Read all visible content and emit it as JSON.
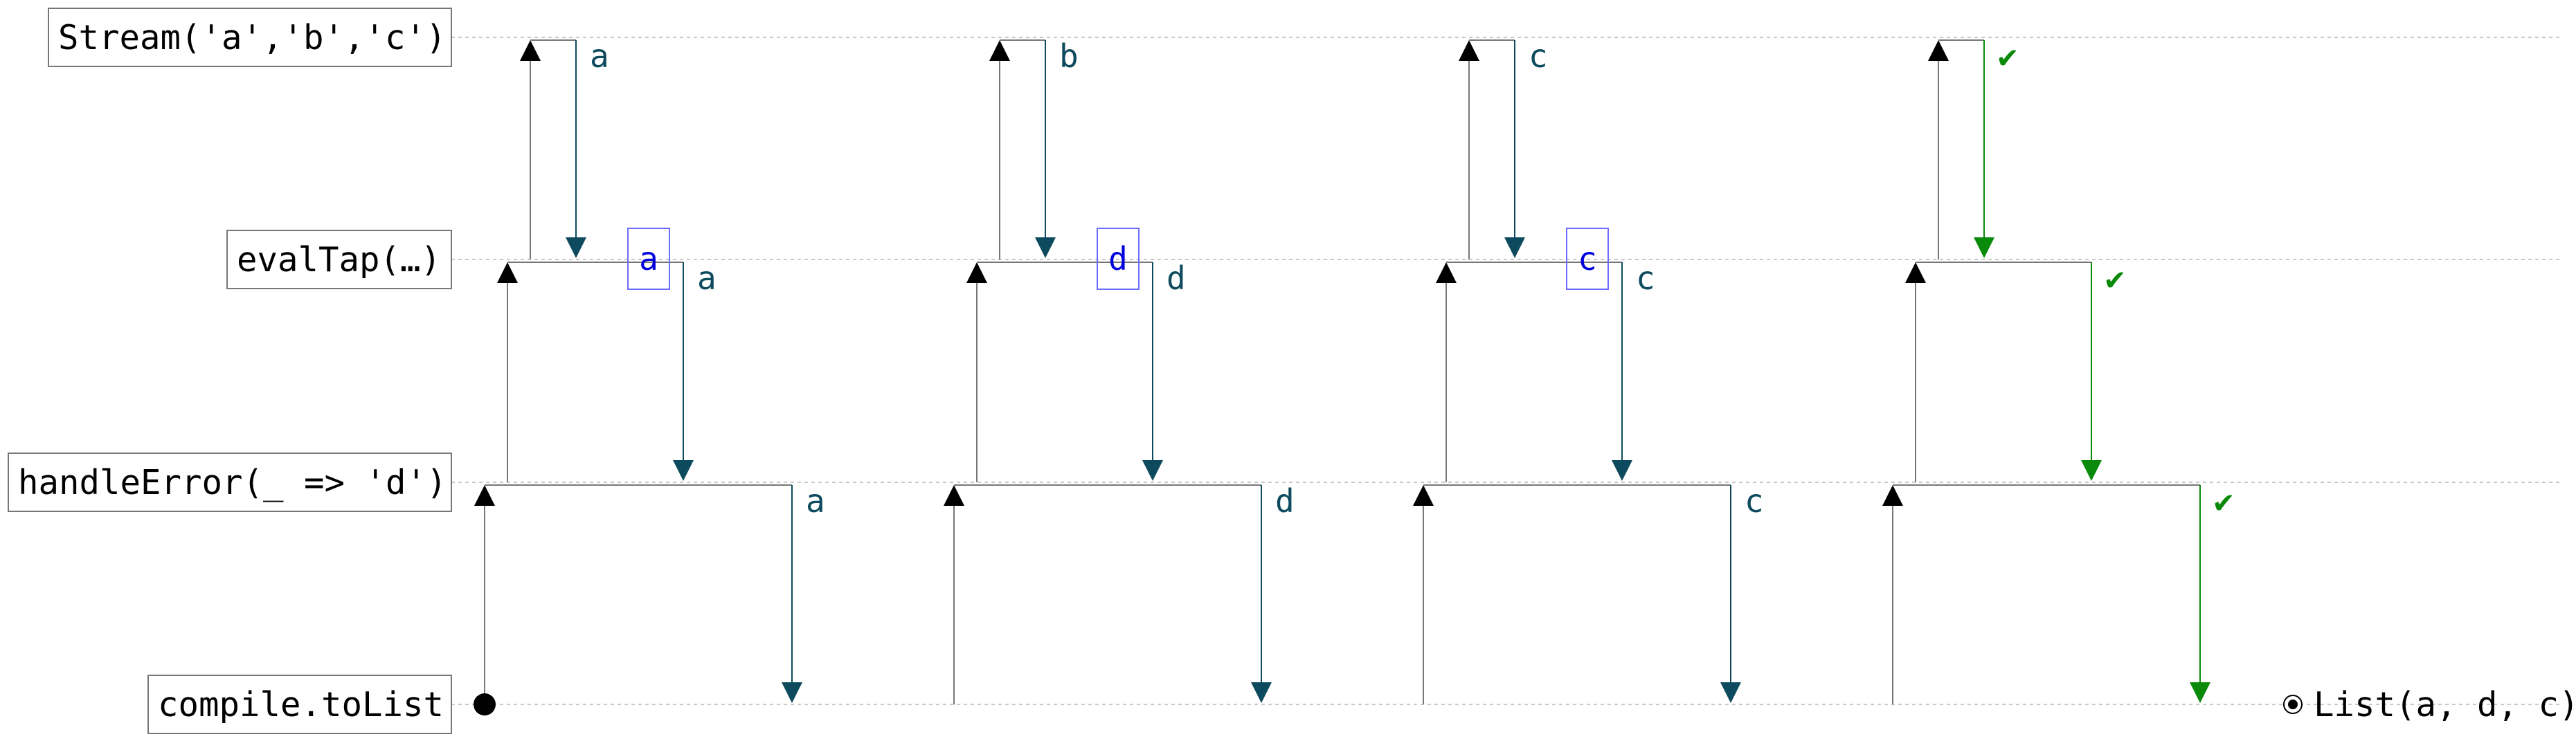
{
  "stages": [
    {
      "id": "stream",
      "label": "Stream('a','b','c')"
    },
    {
      "id": "evaltap",
      "label": "evalTap(…)"
    },
    {
      "id": "handleerror",
      "label": "handleError(_ => 'd')"
    },
    {
      "id": "tolist",
      "label": "compile.toList"
    }
  ],
  "cycles": [
    {
      "stream": "a",
      "evaltap": "a",
      "tap": "a",
      "handleerror": "a",
      "done": false
    },
    {
      "stream": "b",
      "evaltap": "d",
      "tap": "d",
      "handleerror": "d",
      "done": false
    },
    {
      "stream": "c",
      "evaltap": "c",
      "tap": "c",
      "handleerror": "c",
      "done": false
    },
    {
      "stream": "✔",
      "evaltap": "✔",
      "tap": "",
      "handleerror": "✔",
      "done": true
    }
  ],
  "result": {
    "label": "List(a, d, c)"
  },
  "colors": {
    "value": "#0e4a5e",
    "tap": "#0000dd",
    "done": "#0a8a0a",
    "pull": "#000000"
  }
}
